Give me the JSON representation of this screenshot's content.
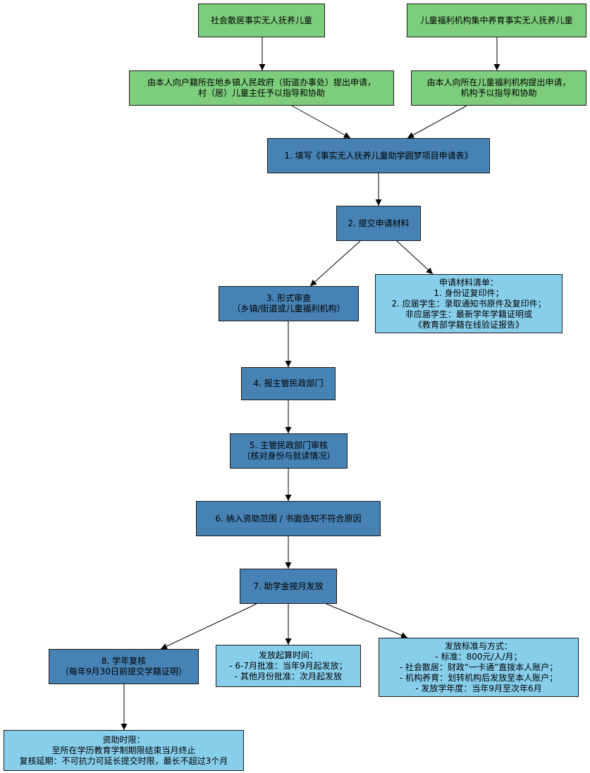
{
  "nodes": {
    "n_a": "社会散居事实无人抚养儿童",
    "n_b": "儿童福利机构集中养育事实无人抚养儿童",
    "n_c": "由本人向户籍所在地乡镇人民政府（街道办事处）提出申请，\n村（居）儿童主任予以指导和协助",
    "n_d": "由本人向所在儿童福利机构提出申请，\n机构予以指导和协助",
    "n_1": "1. 填写《事实无人抚养儿童助学圆梦项目申请表》",
    "n_2": "2. 提交申请材料",
    "n_3": "3. 形式审查\n（乡镇/街道或儿童福利机构）",
    "n_m": "申请材料清单：\n1. 身份证复印件；\n2. 应届学生：录取通知书原件及复印件；\n非应届学生：最新学年学籍证明或\n《教育部学籍在线验证报告》",
    "n_4": "4. 报主管民政部门",
    "n_5": "5. 主管民政部门审核\n（核对身份与就读情况）",
    "n_6": "6. 纳入资助范围 / 书面告知不符合原因",
    "n_7": "7. 助学金按月发放",
    "n_8": "8. 学年复核\n（每年9月30日前提交学籍证明）",
    "n_t": "发放起算时间：\n- 6-7月批准：当年9月起发放；\n- 其他月份批准：次月起发放",
    "n_s": "发放标准与方式：\n- 标准：800元/人/月；\n- 社会散居：财政“一卡通”直拨本人账户；\n- 机构养育：划转机构后发放至本人账户；\n- 发放学年度：当年9月至次年6月",
    "n_p": "资助时限：\n至所在学历教育学制期限结束当月终止\n复核延期：不可抗力可延长提交时限，最长不超过3个月"
  },
  "colors": {
    "green": "#7ccd7c",
    "blue": "#4682b4",
    "light": "#87ceeb",
    "line": "#000000"
  }
}
